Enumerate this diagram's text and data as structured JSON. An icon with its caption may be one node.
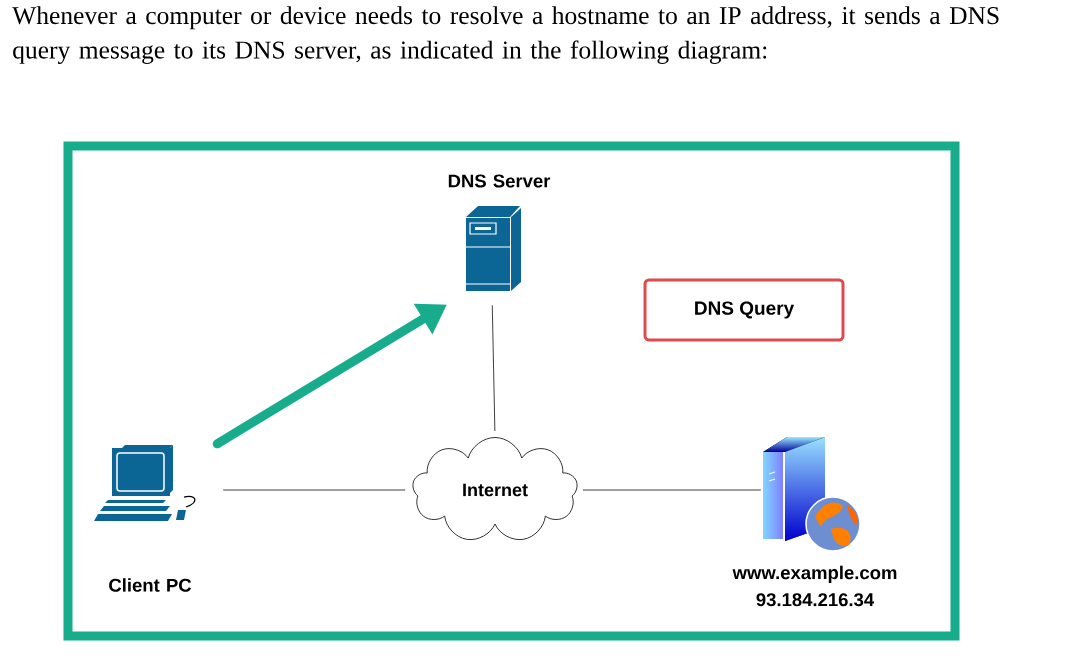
{
  "diagram": {
    "title": "Whenever a computer or device needs to resolve a hostname to an IP address, it sends a DNS query message to its DNS server, as indicated in the following diagram:",
    "nodes": [
      {
        "text": [
          "Client PC"
        ]
      },
      {
        "text": [
          "DNS Server"
        ]
      },
      {
        "text": [
          "Internet"
        ]
      },
      {
        "text": [
          "www.example.com 93.184.216.34"
        ]
      },
      {
        "text": [
          "DNS Query"
        ]
      }
    ],
    "edges": [
      {
        "from": 0,
        "to": 2,
        "arrow": "none"
      },
      {
        "from": 2,
        "to": 1,
        "arrow": "none"
      },
      {
        "from": 2,
        "to": 3,
        "arrow": "none"
      },
      {
        "from": 0,
        "to": 1,
        "arrow": "to",
        "style": "thick",
        "color": "#17ad8c"
      }
    ]
  }
}
